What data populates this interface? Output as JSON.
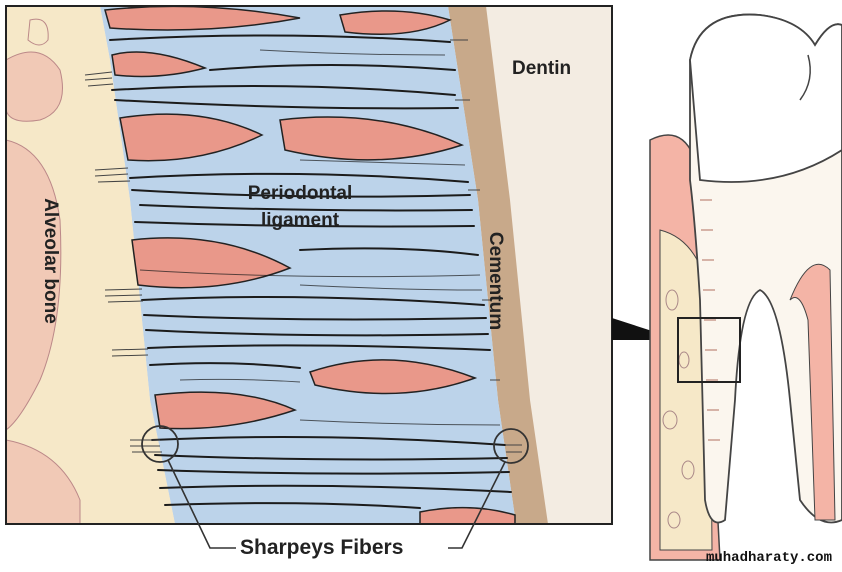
{
  "labels": {
    "dentin": "Dentin",
    "periodontal_ligament_line1": "Periodontal",
    "periodontal_ligament_line2": "ligament",
    "alveolar_bone": "Alveolar bone",
    "cementum": "Cementum",
    "sharpeys_fibers": "Sharpeys Fibers"
  },
  "watermark": "muhadharaty.com",
  "colors": {
    "ligament": "#bcd3ea",
    "fiber": "#1b1b1b",
    "vessel": "#e9988a",
    "bone": "#f6e8c8",
    "cementum": "#c8a98a",
    "dentin": "#f3ece2",
    "gum": "#f4b4a6",
    "enamel": "#ffffff"
  }
}
